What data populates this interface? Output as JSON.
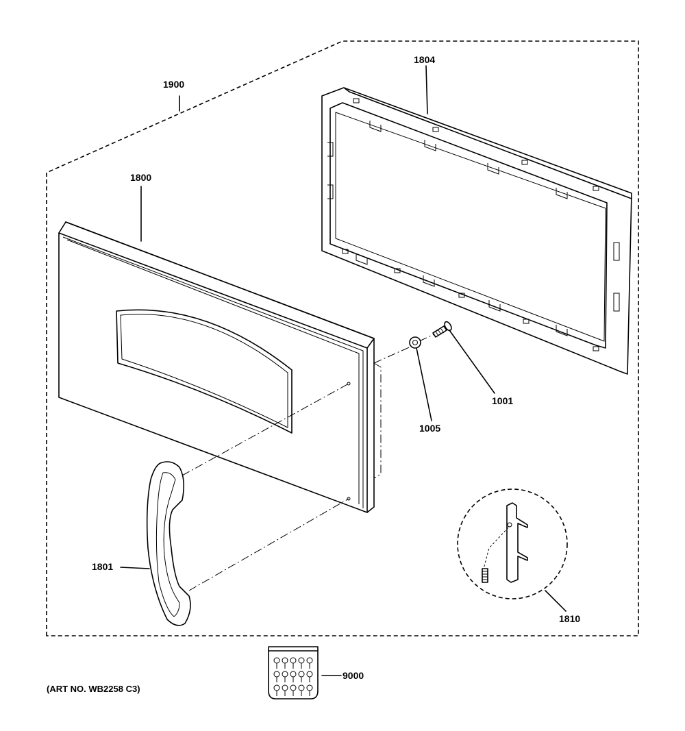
{
  "diagram": {
    "part_labels": {
      "p1900": "1900",
      "p1804": "1804",
      "p1800": "1800",
      "p1001": "1001",
      "p1005": "1005",
      "p1801": "1801",
      "p1810": "1810",
      "p9000": "9000"
    },
    "art_number": "(ART NO. WB2258 C3)"
  }
}
